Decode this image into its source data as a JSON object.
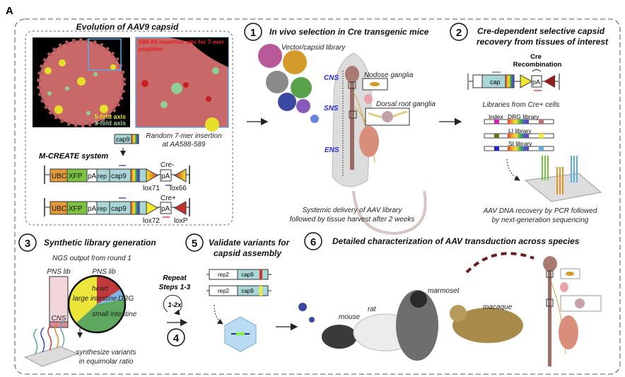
{
  "panel_label": "A",
  "evolution": {
    "title": "Evolution of AAV9 capsid",
    "insertion_site": [
      "588-89 insertion site for 7-mer",
      "peptides"
    ],
    "axis_5fold": "5-fold axis",
    "axis_3fold": "3-fold axis",
    "cap9_small": "cap9",
    "random_insertion": [
      "Random 7-mer insertion",
      "at AA588-589"
    ],
    "mcreate_title": "M-CREATE system",
    "constructs": [
      {
        "segments": [
          "UBC",
          "XFP",
          "pA",
          "rep",
          "cap9"
        ],
        "cre_label": "Cre-",
        "pA": "pA",
        "lox_left": "lox71",
        "lox_right": "lox66"
      },
      {
        "segments": [
          "UBC",
          "XFP",
          "pA",
          "rep",
          "cap9"
        ],
        "cre_label": "Cre+",
        "pA": "pA",
        "lox_left": "lox72",
        "lox_right": "loxP"
      }
    ]
  },
  "step1": {
    "number": "1",
    "title": "In vivo selection in Cre transgenic mice",
    "library_label": "Vector/capsid library",
    "cns": "CNS",
    "sns": "SNS",
    "ens": "ENS",
    "nodose": "Nodose ganglia",
    "drg": "Dorsal root ganglia",
    "caption": [
      "Systemic delivery of AAV library",
      "followed by tissue harvest after 2 weeks"
    ]
  },
  "step2": {
    "number": "2",
    "title": [
      "Cre-dependent selective capsid",
      "recovery from tissues of interest"
    ],
    "recombination": [
      "Cre",
      "Recombination"
    ],
    "cap": "cap",
    "pA": "pA",
    "libraries_label": "Libraries from Cre+ cells",
    "index_label": "Index",
    "libraries": [
      "DRG library",
      "LI library",
      "SI library"
    ],
    "caption": [
      "AAV DNA recovery by PCR followed",
      "by next-generation sequencing"
    ]
  },
  "step3": {
    "number": "3",
    "title": "Synthetic library generation",
    "ngs_label": "NGS output from round 1",
    "bar_label": "PNS lib",
    "bar_cns": "CNS",
    "pie_label": "PNS lib",
    "pie_slices": [
      {
        "label": "heart",
        "color": "#c0393b"
      },
      {
        "label": "DRG",
        "color": "#7fb7e6"
      },
      {
        "label": "small intestine",
        "color": "#5fa85f"
      },
      {
        "label": "large intestine",
        "color": "#ece53a"
      }
    ],
    "caption": [
      "synthesize variants",
      "in equimolar ratio"
    ]
  },
  "step4": {
    "number": "4",
    "repeat": [
      "Repeat",
      "Steps 1-3"
    ],
    "times": "1-2x"
  },
  "step5": {
    "number": "5",
    "title": [
      "Validate variants for",
      "capsid assembly"
    ],
    "constructs": [
      {
        "rep": "rep2",
        "cap": "cap9",
        "marker": "#d03030"
      },
      {
        "rep": "rep2",
        "cap": "cap9",
        "marker": "#f2ea2a"
      }
    ]
  },
  "step6": {
    "number": "6",
    "title": "Detailed characterization of AAV transduction across species",
    "species": [
      "mouse",
      "rat",
      "marmoset",
      "macaque"
    ]
  },
  "colors": {
    "ubc": "#e19a36",
    "xfp": "#7cc242",
    "cap": "#a9d6d6",
    "capsid": "#cf6b6b",
    "ns_label": "#2a2ae6"
  }
}
